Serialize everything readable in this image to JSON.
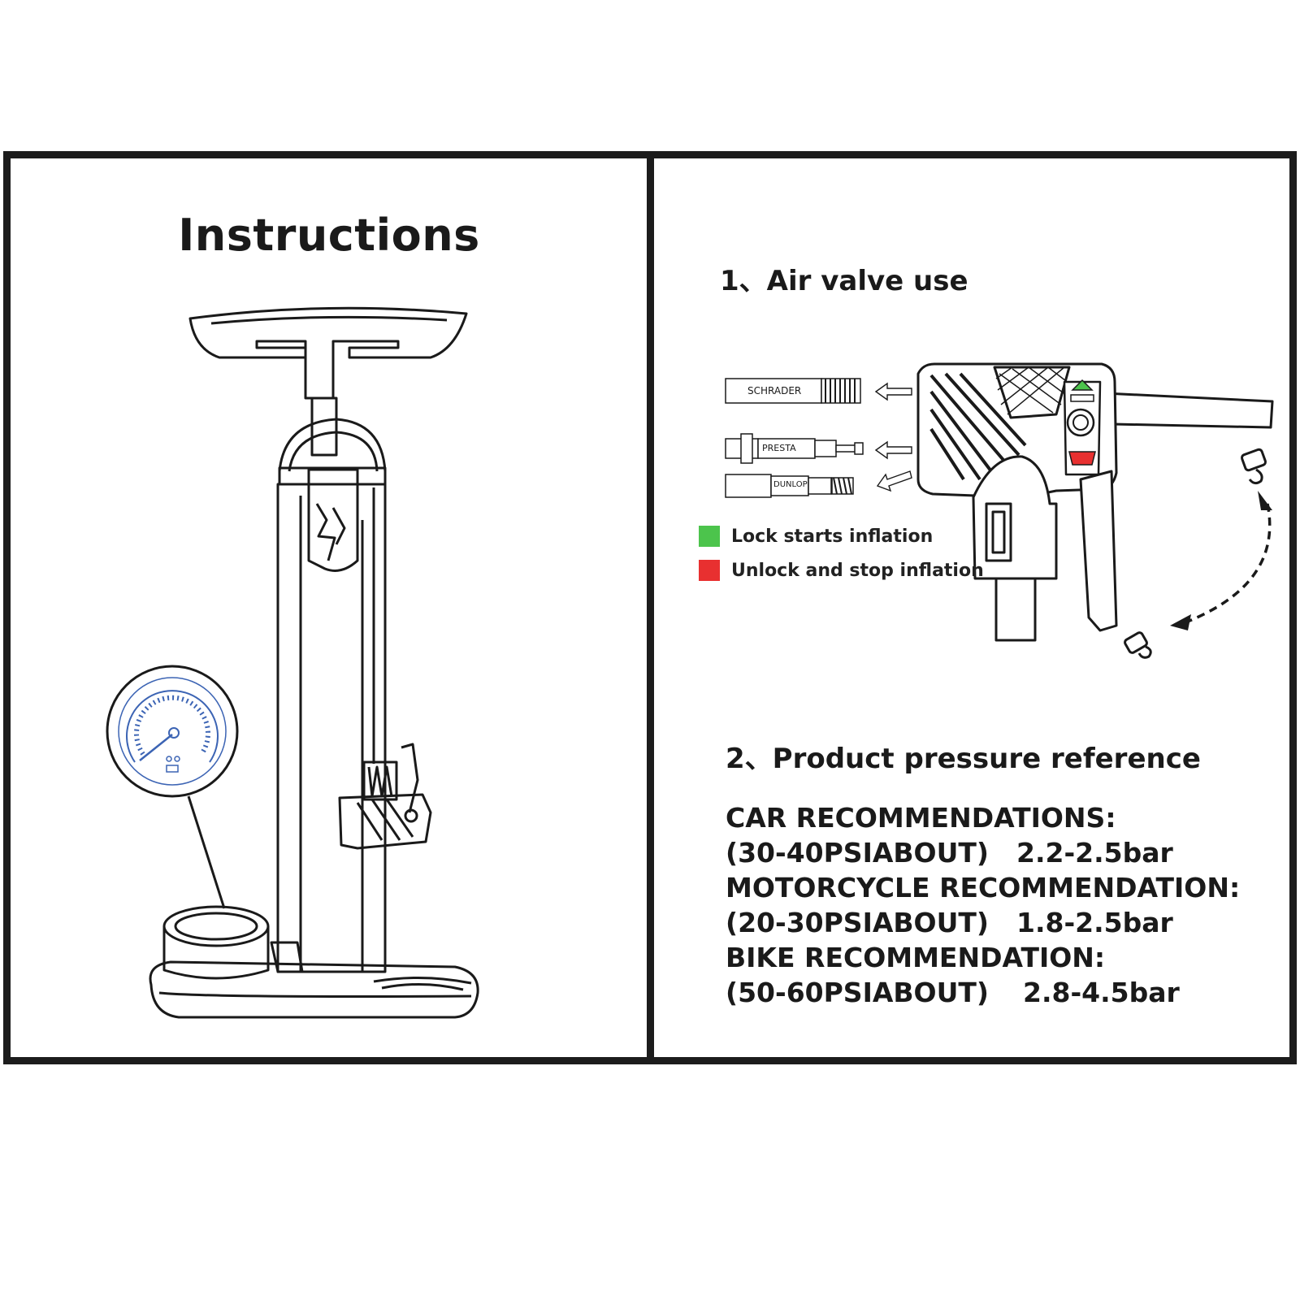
{
  "left_panel": {
    "title": "Instructions"
  },
  "right_panel": {
    "section1_heading": "1、Air valve use",
    "valves": [
      {
        "label": "SCHRADER"
      },
      {
        "label": "PRESTA"
      },
      {
        "label": "DUNLOP"
      }
    ],
    "legend": [
      {
        "text": "Lock starts inflation",
        "color": "#4cc44c"
      },
      {
        "text": "Unlock and stop inflation",
        "color": "#e83030"
      }
    ],
    "section2_heading": "2、Product pressure reference",
    "pressure": [
      {
        "label": "CAR RECOMMENDATIONS:",
        "psi": "(30-40PSIABOUT)",
        "bar": "2.2-2.5bar"
      },
      {
        "label": "MOTORCYCLE RECOMMENDATION:",
        "psi": "(20-30PSIABOUT)",
        "bar": "1.8-2.5bar"
      },
      {
        "label": "BIKE RECOMMENDATION:",
        "psi": "(50-60PSIABOUT)",
        "bar": "2.8-4.5bar"
      }
    ],
    "colors": {
      "gauge_blue": "#3c64b4",
      "lock_green": "#4cc44c",
      "unlock_red": "#e83030"
    }
  }
}
